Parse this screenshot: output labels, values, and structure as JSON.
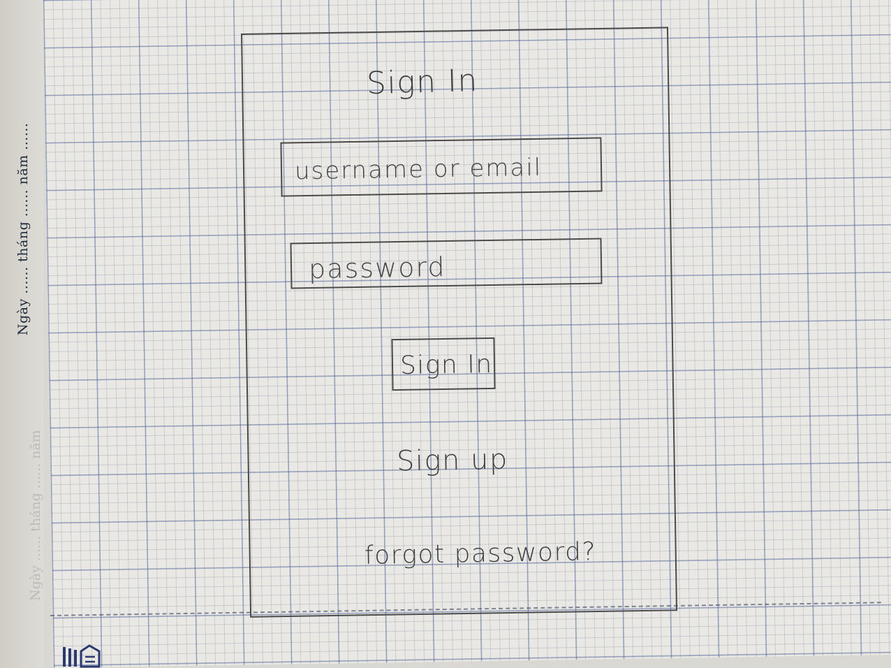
{
  "notebook": {
    "date_line": "Ngày ...... tháng ...... năm ......",
    "date_line_faint": "Ngày ...... tháng ...... năm"
  },
  "wireframe": {
    "title": "Sign In",
    "username_placeholder": "username or email",
    "password_placeholder": "password",
    "signin_button": "Sign In",
    "signup_link": "Sign up",
    "forgot_link": "forgot password?"
  }
}
